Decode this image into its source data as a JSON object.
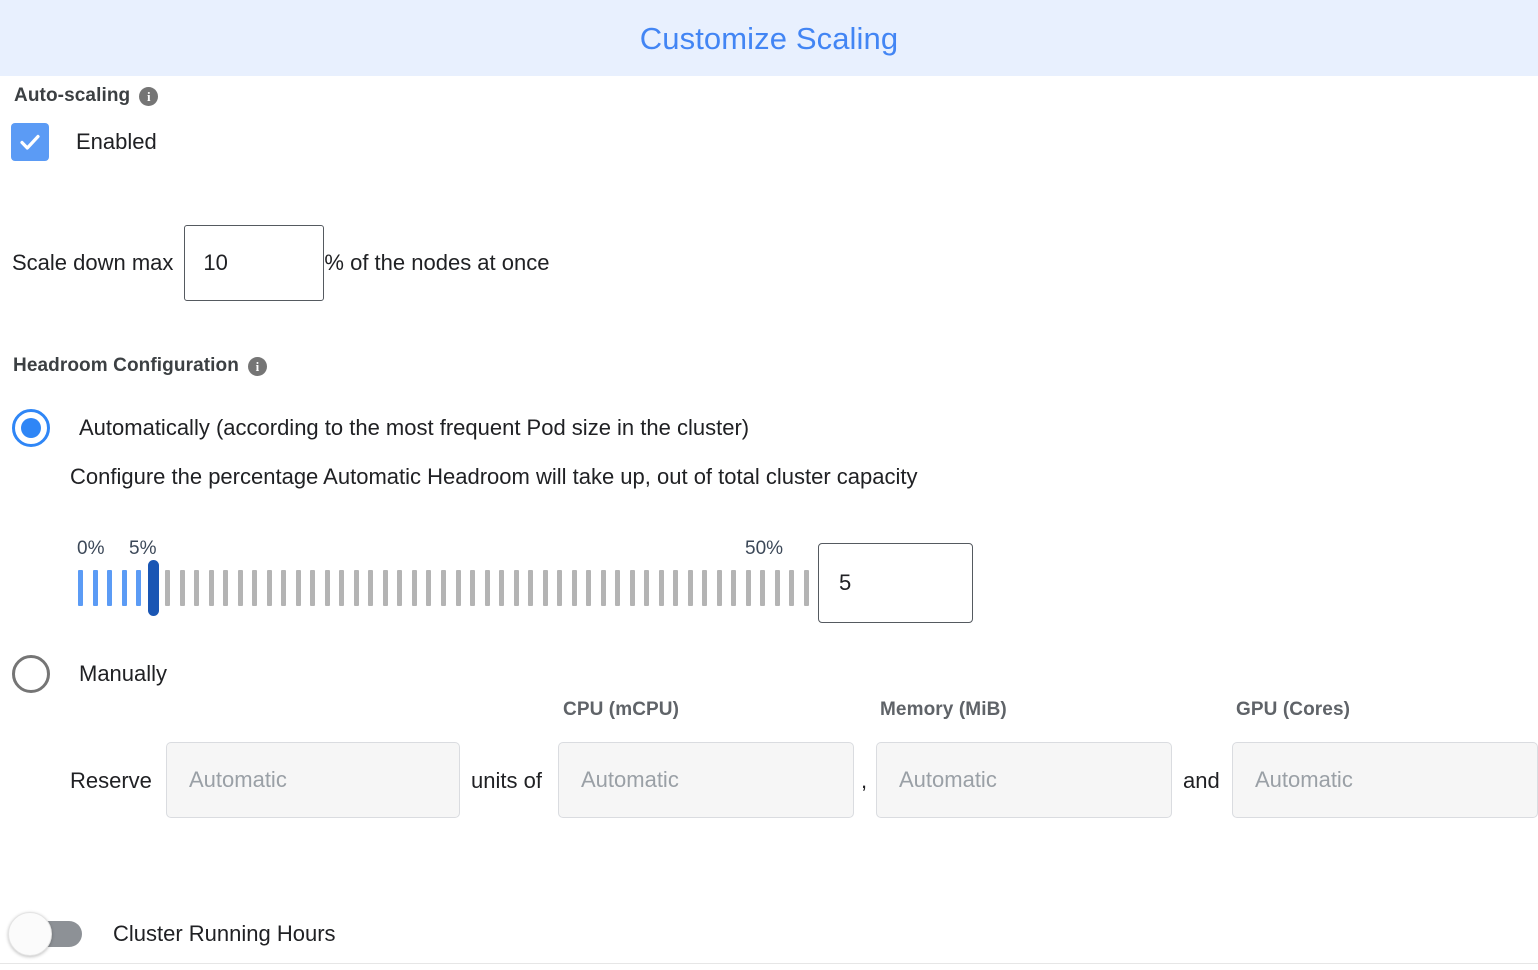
{
  "header": {
    "title": "Customize Scaling",
    "bg_color": "#e8f0fe",
    "title_color": "#4285f4"
  },
  "autoscaling": {
    "section_label": "Auto-scaling",
    "info_icon": "info-icon",
    "info_glyph": "i",
    "enabled_label": "Enabled",
    "enabled_checked": true,
    "checkbox_color": "#5b9bf5"
  },
  "scale_down": {
    "prefix_label": "Scale down max",
    "value": "10",
    "suffix_label": "% of the nodes at once"
  },
  "headroom": {
    "section_label": "Headroom Configuration",
    "info_glyph": "i",
    "option_auto_label": "Automatically (according to the most frequent Pod size in the cluster)",
    "option_auto_selected": true,
    "auto_description": "Configure the percentage Automatic Headroom will take up, out of total cluster capacity",
    "option_manual_label": "Manually",
    "option_manual_selected": false,
    "radio_on_color": "#2f86f6"
  },
  "slider": {
    "min_label": "0%",
    "current_label": "5%",
    "max_label": "50%",
    "min": 0,
    "max": 50,
    "value": 5,
    "value_box": "5",
    "tick_count": 51,
    "filled_color": "#5b9bf5",
    "unfilled_color": "#b4b4b4",
    "thumb_color": "#1a56b4"
  },
  "reserve": {
    "label": "Reserve",
    "units_label": "units of",
    "comma": ",",
    "and_label": "and",
    "columns": [
      {
        "header": "",
        "placeholder": "Automatic",
        "value": ""
      },
      {
        "header": "CPU (mCPU)",
        "placeholder": "Automatic",
        "value": ""
      },
      {
        "header": "Memory (MiB)",
        "placeholder": "Automatic",
        "value": ""
      },
      {
        "header": "GPU (Cores)",
        "placeholder": "Automatic",
        "value": ""
      }
    ]
  },
  "cluster_running_hours": {
    "label": "Cluster Running Hours",
    "enabled": false
  }
}
